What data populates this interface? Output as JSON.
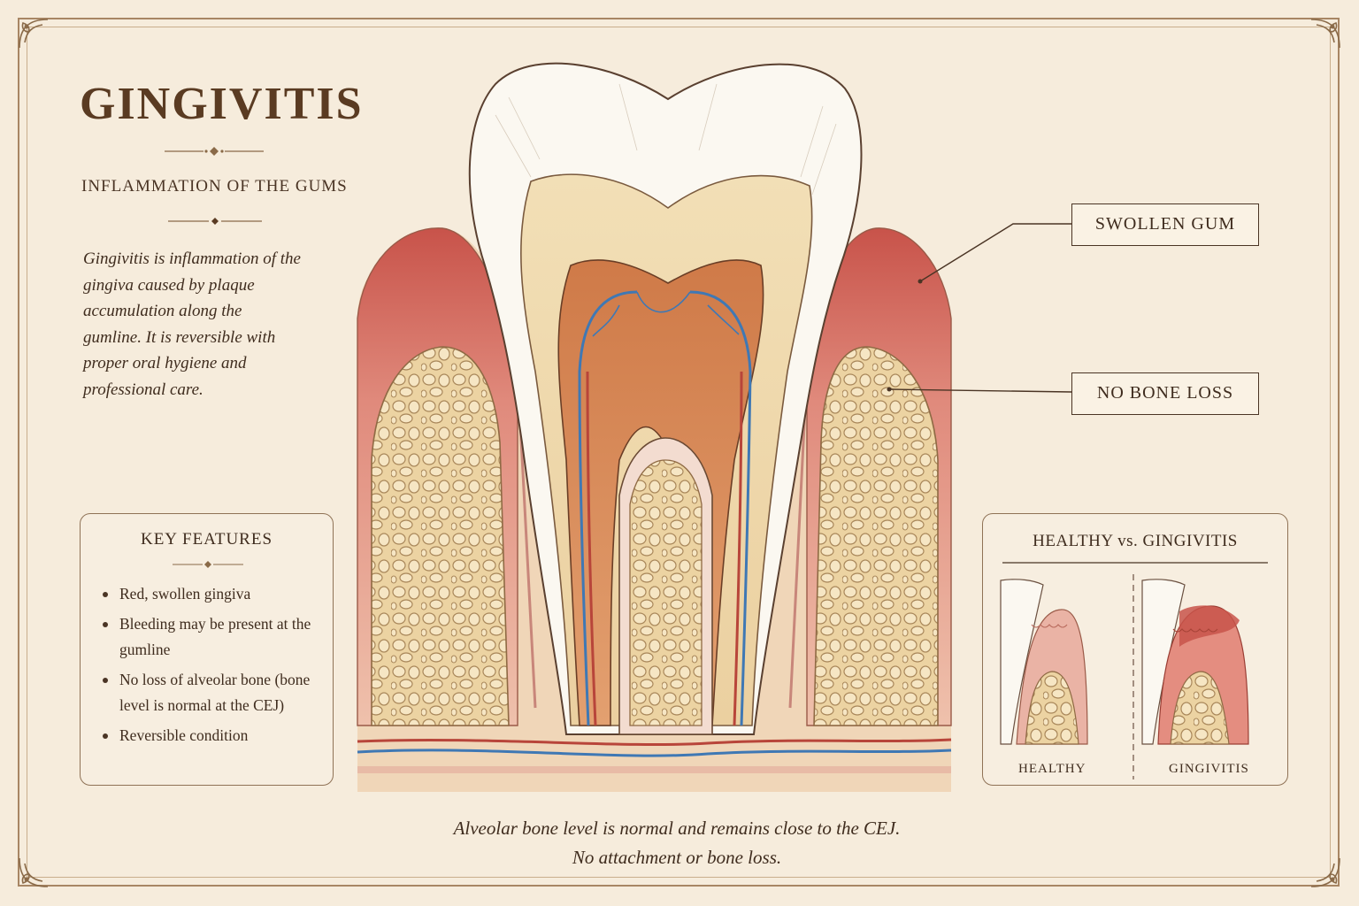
{
  "header": {
    "title": "GINGIVITIS",
    "subtitle": "INFLAMMATION OF THE GUMS",
    "description": "Gingivitis is inflammation of the gingiva caused by plaque accumulation along the gumline. It is reversible with proper oral hygiene and professional care."
  },
  "key_features": {
    "title": "KEY FEATURES",
    "items": [
      "Red, swollen gingiva",
      "Bleeding may be present at the gumline",
      "No loss of alveolar bone (bone level is normal at the CEJ)",
      "Reversible condition"
    ]
  },
  "callouts": {
    "swollen_gum": "SWOLLEN GUM",
    "no_bone_loss": "NO BONE LOSS"
  },
  "comparison": {
    "title": "HEALTHY vs. GINGIVITIS",
    "left_label": "HEALTHY",
    "right_label": "GINGIVITIS"
  },
  "caption": {
    "line1": "Alveolar bone level is normal and remains close to the CEJ.",
    "line2": "No attachment or bone loss."
  },
  "colors": {
    "parchment": "#f6ecdc",
    "ink": "#4a3424",
    "frame": "#a88664",
    "enamel": "#fbf8f1",
    "dentin": "#f1ddb2",
    "pulp": "#d8864e",
    "gum_inflamed": "#c8534a",
    "gum_healthy": "#e9a9a0",
    "bone": "#ecd3a2",
    "vessel_red": "#b8453a",
    "vessel_blue": "#3f78b4"
  }
}
